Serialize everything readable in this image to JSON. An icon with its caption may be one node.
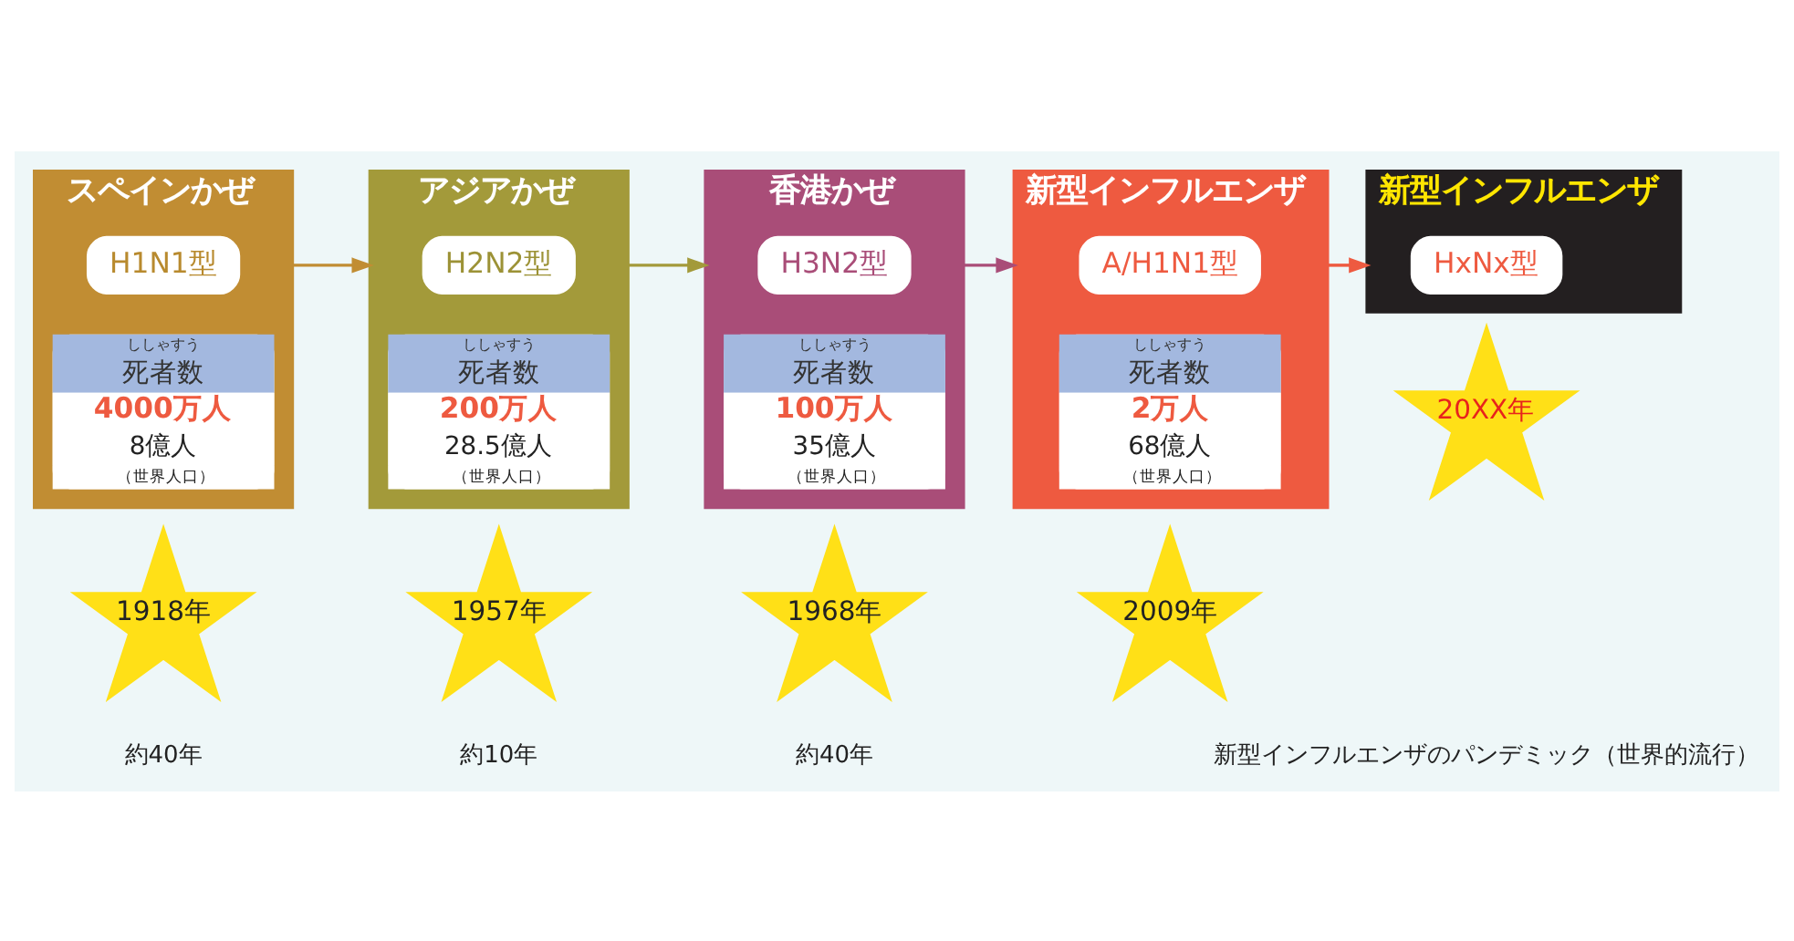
{
  "diagram": {
    "nodes": [
      {
        "text": [
          "スペインかぜ"
        ]
      },
      {
        "text": [
          "H1N1型"
        ],
        "in": 0
      },
      {
        "text": [
          "ししゃすう",
          "死者数",
          "4000万人",
          "8億人",
          "（世界人口）"
        ],
        "in": 0
      },
      {
        "text": [
          "1918年"
        ]
      },
      {
        "text": [
          "アジアかぜ"
        ]
      },
      {
        "text": [
          "H2N2型"
        ],
        "in": 4
      },
      {
        "text": [
          "ししゃすう",
          "死者数",
          "200万人",
          "28.5億人",
          "（世界人口）"
        ],
        "in": 4
      },
      {
        "text": [
          "1957年"
        ]
      },
      {
        "text": [
          "香港かぜ"
        ]
      },
      {
        "text": [
          "H3N2型"
        ],
        "in": 8
      },
      {
        "text": [
          "ししゃすう",
          "死者数",
          "100万人",
          "35億人",
          "（世界人口）"
        ],
        "in": 8
      },
      {
        "text": [
          "1968年"
        ]
      },
      {
        "text": [
          "新型インフルエンザ"
        ]
      },
      {
        "text": [
          "A/H1N1型"
        ],
        "in": 12
      },
      {
        "text": [
          "ししゃすう",
          "死者数",
          "2万人",
          "68億人",
          "（世界人口）"
        ],
        "in": 12
      },
      {
        "text": [
          "2009年"
        ]
      },
      {
        "text": [
          "新型インフルエンザ"
        ]
      },
      {
        "text": [
          "HxNx型"
        ],
        "in": 16
      },
      {
        "text": [
          "20XX年"
        ]
      }
    ],
    "edges": [
      {
        "from": 0,
        "to": 4,
        "arrow": "to",
        "color": "#c18d33"
      },
      {
        "from": 4,
        "to": 8,
        "arrow": "to",
        "color": "#a39a3a"
      },
      {
        "from": 8,
        "to": 12,
        "arrow": "to",
        "color": "#a94d78"
      },
      {
        "from": 12,
        "to": 16,
        "arrow": "to",
        "color": "#ee5a40"
      }
    ],
    "labels": [
      "約40年",
      "約10年",
      "約40年",
      "新型インフルエンザのパンデミック（世界的流行）"
    ]
  }
}
